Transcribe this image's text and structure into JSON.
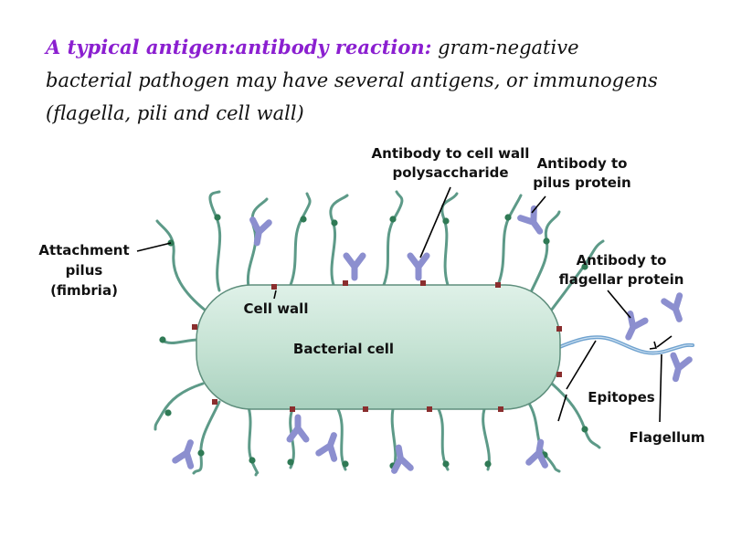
{
  "heading": {
    "highlight": "A typical antigen:antibody reaction:",
    "line1_rest": "gram-negative",
    "line2": "bacterial pathogen may have several antigens, or immunogens",
    "line3": "(flagella, pili and cell wall)"
  },
  "labels": {
    "antibody_cell_wall_1": "Antibody to cell wall",
    "antibody_cell_wall_2": "polysaccharide",
    "antibody_pilus_1": "Antibody to",
    "antibody_pilus_2": "pilus protein",
    "attachment_1": "Attachment",
    "attachment_2": "pilus",
    "attachment_3": "(fimbria)",
    "antibody_flagellar_1": "Antibody to",
    "antibody_flagellar_2": "flagellar protein",
    "cell_wall": "Cell wall",
    "bacterial_cell": "Bacterial cell",
    "epitopes": "Epitopes",
    "flagellum": "Flagellum"
  },
  "colors": {
    "cell_fill": "#cfe8dc",
    "cell_stroke": "#5e8e7c",
    "pilus": "#5d9a88",
    "epitope_dot": "#2f7a55",
    "cell_wall_epitope": "#8a2e2e",
    "antibody": "#8c8fcf",
    "flagellum": "#6fa2cf",
    "heading_highlight": "#8b1fd0"
  }
}
